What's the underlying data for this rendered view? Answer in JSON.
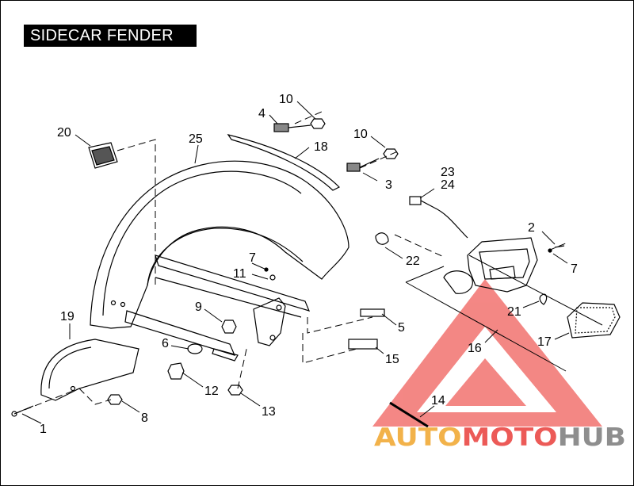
{
  "title": "SIDECAR FENDER",
  "watermark": {
    "part1": "AUTO",
    "part2": "MOTO",
    "part3": "HUB",
    "color_orange": "#f2b24a",
    "color_red": "#ec5a57",
    "color_gray": "#8e8e8e"
  },
  "callouts": [
    "1",
    "2",
    "3",
    "4",
    "5",
    "6",
    "7",
    "7",
    "8",
    "9",
    "10",
    "10",
    "11",
    "12",
    "13",
    "14",
    "15",
    "16",
    "17",
    "18",
    "19",
    "20",
    "21",
    "22",
    "23",
    "24",
    "25"
  ]
}
